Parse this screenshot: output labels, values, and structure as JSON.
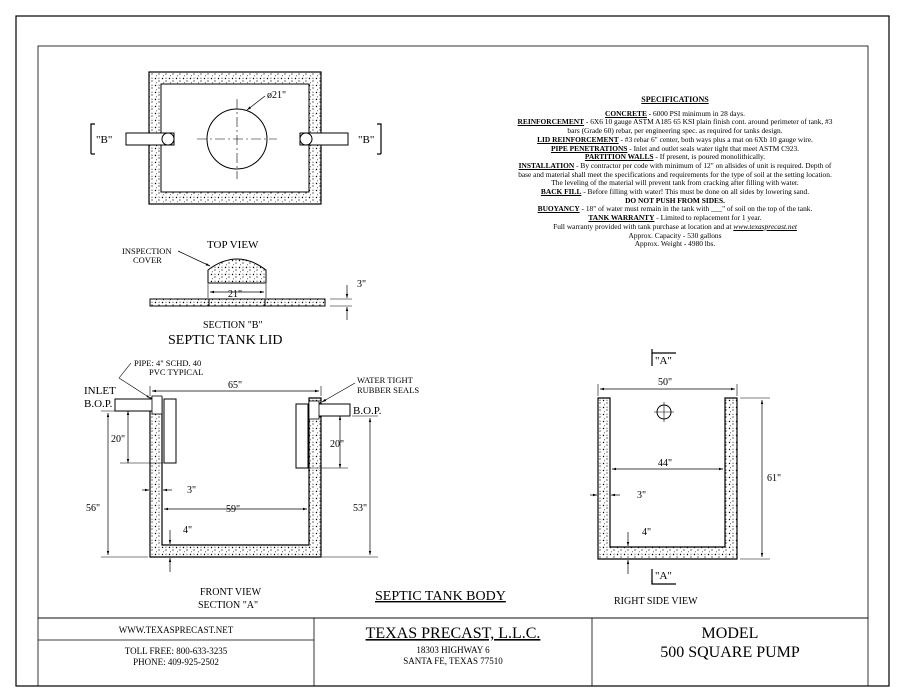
{
  "top_view": {
    "diameter": "ø21\"",
    "section_left": "\"B\"",
    "section_right": "\"B\""
  },
  "lid": {
    "top_view_label": "TOP VIEW",
    "inspection_cover": [
      "INSPECTION",
      "COVER"
    ],
    "cover_width": "21\"",
    "thickness": "3\"",
    "section_label": "SECTION \"B\"",
    "title": "SEPTIC TANK LID"
  },
  "front_view": {
    "pipe_note": [
      "PIPE: 4\" SCHD. 40",
      "PVC TYPICAL"
    ],
    "inlet": [
      "INLET",
      "B.O.P."
    ],
    "outlet_bop": "B.O.P.",
    "seals": [
      "WATER TIGHT",
      "RUBBER SEALS"
    ],
    "outer_width": "65\"",
    "inlet_drop": "20\"",
    "outlet_drop": "20\"",
    "wall": "3\"",
    "inner_width": "59\"",
    "height": "56\"",
    "inner_height": "53\"",
    "floor": "4\"",
    "caption": [
      "FRONT VIEW",
      "SECTION \"A\""
    ]
  },
  "body_title": "SEPTIC TANK BODY",
  "side_view": {
    "section_top": "\"A\"",
    "section_bottom": "\"A\"",
    "outer_width": "50\"",
    "inner_width": "44\"",
    "wall": "3\"",
    "height": "61\"",
    "floor": "4\"",
    "caption": "RIGHT SIDE VIEW"
  },
  "specs": {
    "heading": "SPECIFICATIONS",
    "concrete_label": "CONCRETE",
    "concrete": " - 6000 PSI minimum in 28 days.",
    "reinforcement_label": "REINFORCEMENT",
    "reinforcement": " - 6X6 10 gauge ASTM A185 65 KSI plain finish cont. around perimeter of tank, #3 bars (Grade 60) rebar, per engineering spec. as required for tanks design.",
    "lid_label": "LID REINFORCEMENT",
    "lid": " - #3 rebar 6\" center, both ways plus a mat on 6Xb 10 gauge wire.",
    "pipe_label": "PIPE PENETRATIONS",
    "pipe": " - Inlet and outlet seals water tight that meet ASTM C923.",
    "partition_label": "PARTITION WALLS",
    "partition": " - If present, is poured monolithically.",
    "installation_label": "INSTALLATION",
    "installation": " - By contractor per code with minimum of 12\" on allsides of unit is required. Depth of base and material shall meet the specifications and requirements for the type of soil at the setting location. The leveling of the material will prevent tank from cracking after filling with water.",
    "backfill_label": "BACK FILL",
    "backfill": " - Before filling with water! This must be done on all sides by lowering sand.",
    "no_push": "DO NOT PUSH FROM SIDES.",
    "buoyancy_label": "BUOYANCY",
    "buoyancy": " - 18\" of water must remain in the tank with ___\" of soil on the top of the tank.",
    "warranty_label": "TANK WARRANTY",
    "warranty": " - Limited to replacement for 1 year.",
    "full_warranty": "Full warranty provided with tank purchase at location and at ",
    "warranty_url": "www.texasprecast.net",
    "capacity": "Approx. Capacity - 530 gallons",
    "weight": "Approx. Weight - 4980 lbs."
  },
  "title_block": {
    "website": "WWW.TEXASPRECAST.NET",
    "toll_free": "TOLL FREE: 800-633-3235",
    "phone": "PHONE: 409-925-2502",
    "company": "TEXAS PRECAST, L.L.C.",
    "address1": "18303 HIGHWAY 6",
    "address2": "SANTA FE, TEXAS 77510",
    "model_label": "MODEL",
    "model_name": "500 SQUARE PUMP"
  }
}
